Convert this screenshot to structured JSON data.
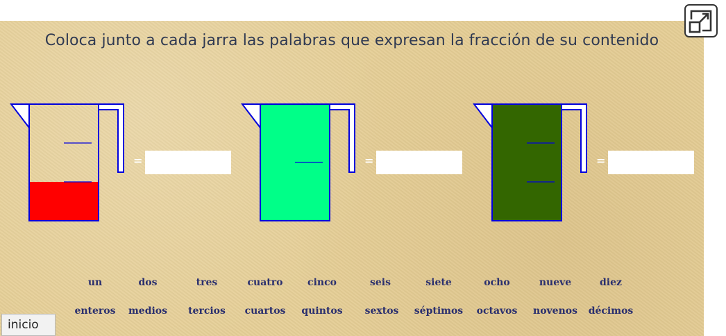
{
  "app": {
    "title": "Coloca junto a cada jarra las palabras que expresan la fracción de su contenido",
    "home_label": "inicio"
  },
  "jugs": [
    {
      "fill_fraction": 0.333,
      "ticks": 3,
      "fill_color": "#ff0000",
      "answer_value": "",
      "equals": "="
    },
    {
      "fill_fraction": 1.0,
      "ticks": 2,
      "fill_color": "#00ff88",
      "answer_value": "",
      "equals": "="
    },
    {
      "fill_fraction": 1.0,
      "ticks": 3,
      "fill_color": "#336600",
      "answer_value": "",
      "equals": "="
    }
  ],
  "words": {
    "numerals": [
      "un",
      "dos",
      "tres",
      "cuatro",
      "cinco",
      "seis",
      "siete",
      "ocho",
      "nueve",
      "diez"
    ],
    "denominators": [
      "enteros",
      "medios",
      "tercios",
      "cuartos",
      "quintos",
      "sextos",
      "séptimos",
      "octavos",
      "novenos",
      "décimos"
    ]
  },
  "colors": {
    "jug_outline": "#0000dd",
    "background": "#e6cf97",
    "title": "#303a52"
  },
  "icons": {
    "expand": "expand-icon"
  }
}
